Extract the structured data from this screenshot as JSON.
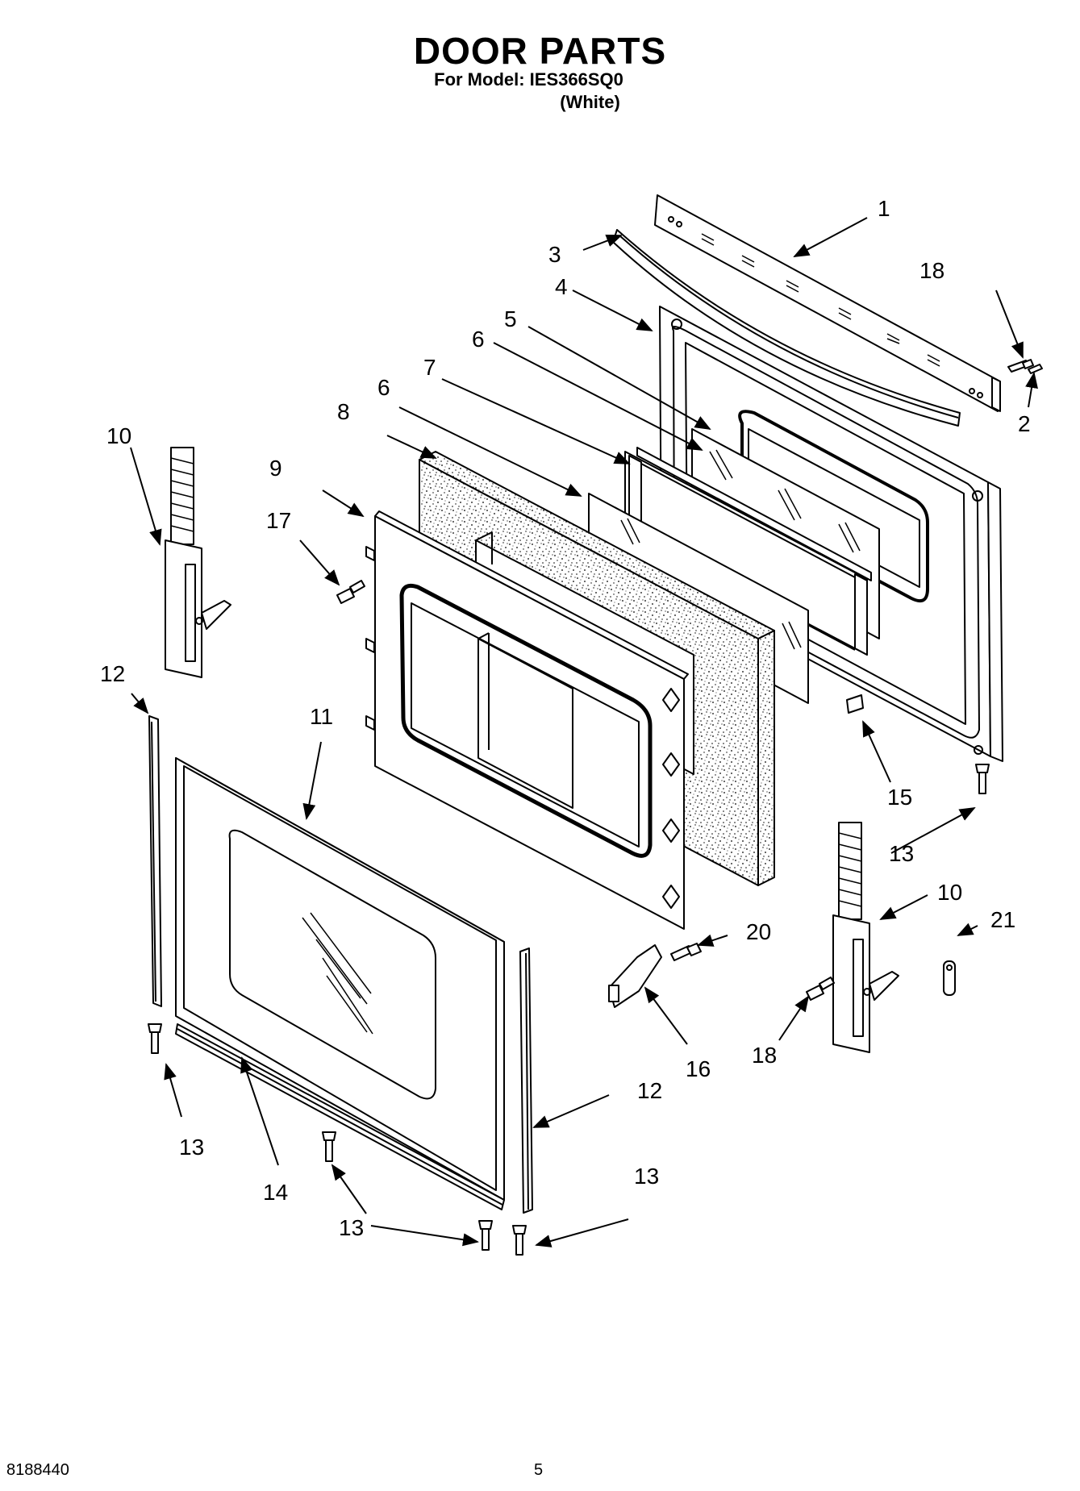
{
  "header": {
    "title": "DOOR PARTS",
    "model_line": "For Model: IES366SQ0",
    "color_line": "(White)"
  },
  "footer": {
    "document_number": "8188440",
    "page_number": "5"
  },
  "callouts": {
    "c1": "1",
    "c2": "2",
    "c3": "3",
    "c4": "4",
    "c5": "5",
    "c6a": "6",
    "c6b": "6",
    "c7": "7",
    "c8": "8",
    "c9": "9",
    "c10a": "10",
    "c10b": "10",
    "c11": "11",
    "c12a": "12",
    "c12b": "12",
    "c13a": "13",
    "c13b": "13",
    "c13c": "13",
    "c13d": "13",
    "c14": "14",
    "c15": "15",
    "c16": "16",
    "c17": "17",
    "c18a": "18",
    "c18b": "18",
    "c20": "20",
    "c21": "21"
  }
}
